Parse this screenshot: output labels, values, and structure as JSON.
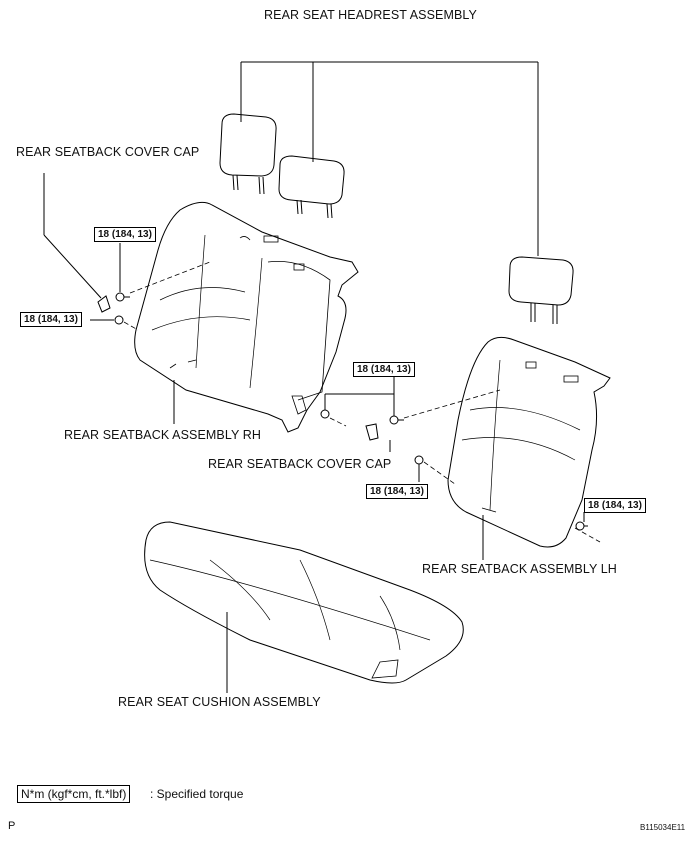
{
  "labels": {
    "headrest": "REAR SEAT HEADREST ASSEMBLY",
    "cover_cap_rh": "REAR SEATBACK COVER CAP",
    "cover_cap_mid": "REAR SEATBACK COVER CAP",
    "seatback_rh": "REAR SEATBACK ASSEMBLY RH",
    "seatback_lh": "REAR SEATBACK ASSEMBLY LH",
    "cushion": "REAR SEAT CUSHION ASSEMBLY"
  },
  "torque": {
    "t1": "18 (184, 13)",
    "t2": "18 (184, 13)",
    "t3": "18 (184, 13)",
    "t4": "18 (184, 13)",
    "t5": "18 (184, 13)"
  },
  "legend": {
    "unit": "N*m (kgf*cm, ft.*lbf)",
    "text": ": Specified torque"
  },
  "footer": {
    "letter": "P",
    "code": "B115034E11"
  }
}
